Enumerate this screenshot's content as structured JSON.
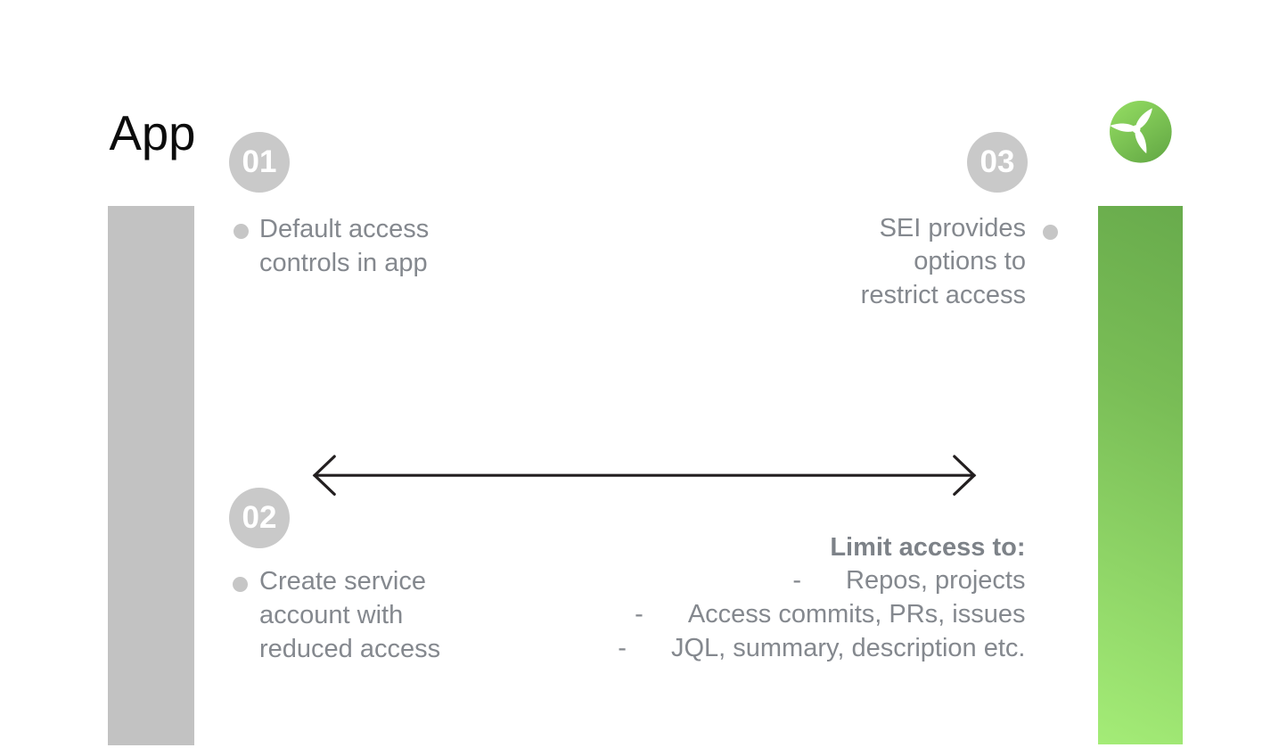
{
  "title": "App",
  "logo": {
    "name": "wind-turbine-logo",
    "circle_gradient": [
      "#90d960",
      "#65aa46"
    ],
    "blade_color": "#ffffff"
  },
  "bars": {
    "left_color": "#c2c2c2",
    "right_gradient": [
      "#68ab4c",
      "#a4ec77"
    ]
  },
  "steps": [
    {
      "number": "01",
      "lines": [
        "Default access",
        "controls in app"
      ]
    },
    {
      "number": "02",
      "lines": [
        "Create service",
        "account with",
        "reduced access"
      ]
    },
    {
      "number": "03",
      "lines": [
        "SEI provides",
        "options to",
        "restrict access"
      ]
    }
  ],
  "limit_list": {
    "heading": "Limit access to:",
    "bullet_char": "-",
    "items": [
      "Repos, projects",
      "Access commits, PRs, issues",
      "JQL, summary, description etc."
    ]
  },
  "arrow": {
    "direction": "double-headed",
    "color": "#231f20"
  },
  "colors": {
    "background": "#ffffff",
    "step_circle": "#c9c9c9",
    "bullet": "#c6c6c6",
    "body_text": "#84888e",
    "title_text": "#0c0c0c"
  }
}
